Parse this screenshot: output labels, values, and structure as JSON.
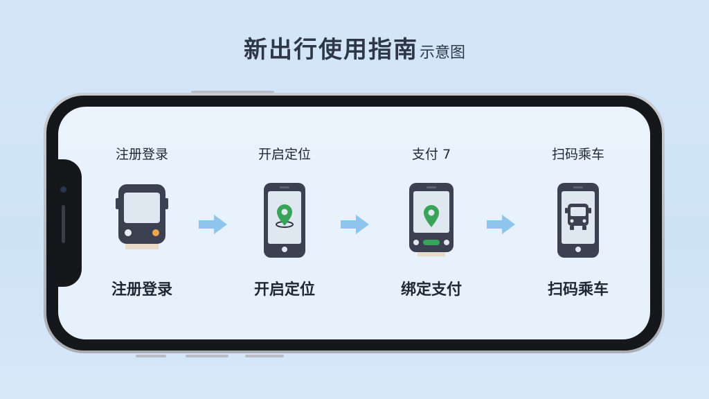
{
  "title": {
    "main": "新出行使用指南",
    "suffix": "示意图"
  },
  "steps": [
    {
      "top_label": "注册登录",
      "bottom_label": "注册登录",
      "icon": "bus-icon"
    },
    {
      "top_label": "开启定位",
      "bottom_label": "开启定位",
      "icon": "phone-location-icon"
    },
    {
      "top_label": "支付 7",
      "bottom_label": "绑定支付",
      "icon": "phone-payment-icon"
    },
    {
      "top_label": "扫码乘车",
      "bottom_label": "扫码乘车",
      "icon": "phone-bus-icon"
    }
  ],
  "colors": {
    "background": "#d3e6f8",
    "screen": "#eaf3fc",
    "device_dark": "#3b4150",
    "location_green": "#3aa35a",
    "arrow_blue": "#8ec5ef"
  }
}
